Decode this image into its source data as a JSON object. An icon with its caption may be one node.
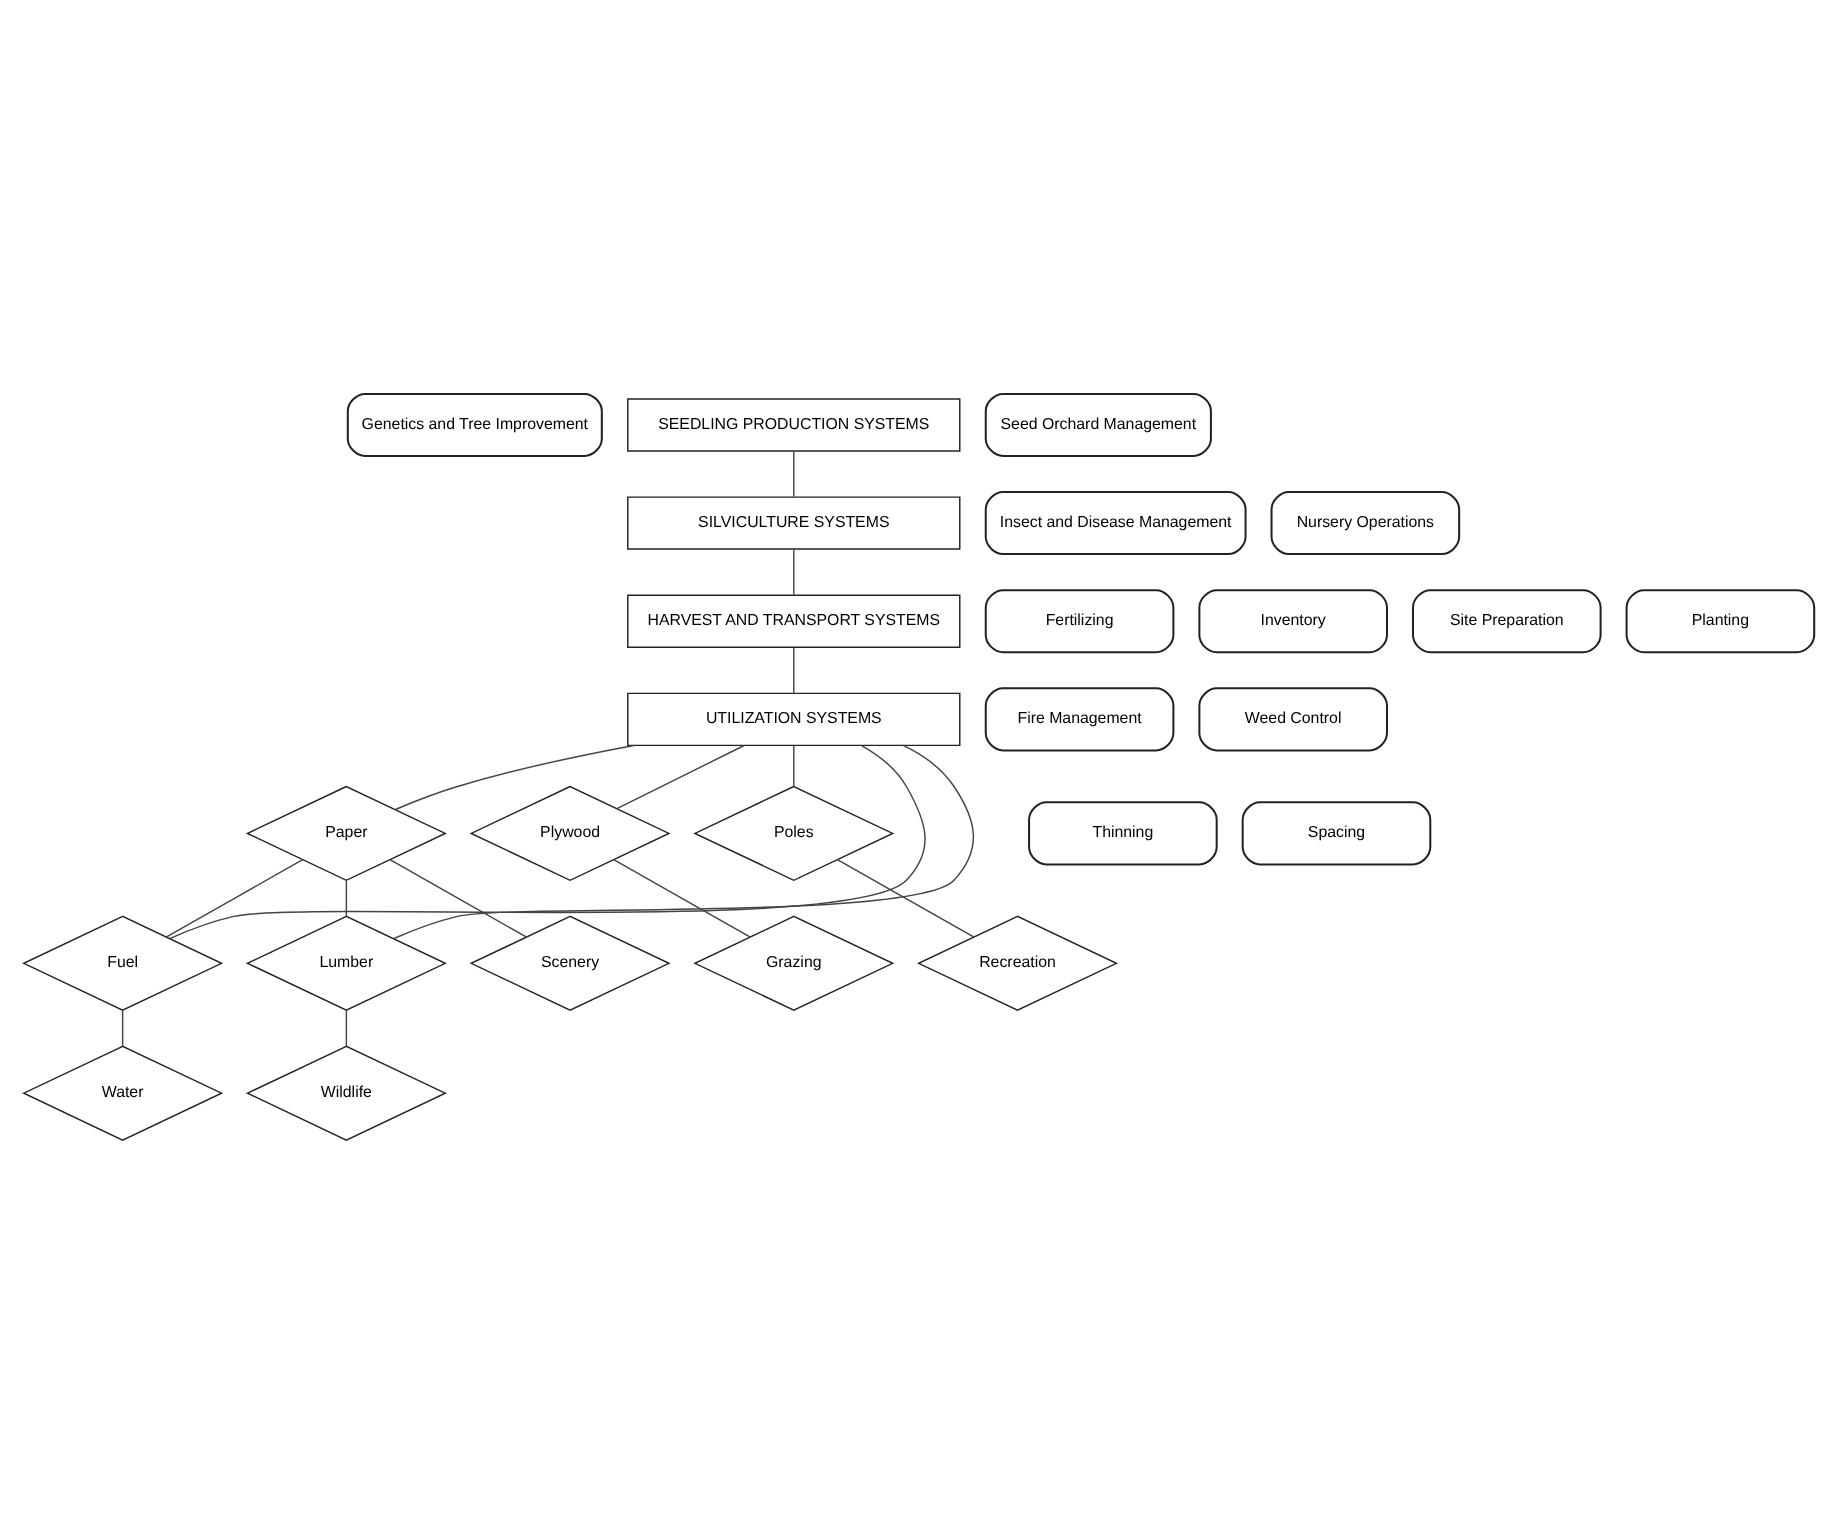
{
  "diagram": {
    "nodes": [
      {
        "text": [
          "Genetics and Tree Improvement"
        ]
      },
      {
        "text": [
          "SEEDLING PRODUCTION SYSTEMS"
        ]
      },
      {
        "text": [
          "Seed Orchard Management"
        ]
      },
      {
        "text": [
          "Insect and Disease Management"
        ]
      },
      {
        "text": [
          "SILVICULTURE SYSTEMS"
        ]
      },
      {
        "text": [
          "Nursery Operations"
        ]
      },
      {
        "text": [
          "Fertilizing"
        ]
      },
      {
        "text": [
          "HARVEST AND TRANSPORT SYSTEMS"
        ]
      },
      {
        "text": [
          "Site Preparation"
        ]
      },
      {
        "text": [
          "Inventory"
        ]
      },
      {
        "text": [
          "UTILIZATION SYSTEMS"
        ]
      },
      {
        "text": [
          "Planting"
        ]
      },
      {
        "text": [
          "Fire Management"
        ]
      },
      {
        "text": [
          "Weed Control"
        ]
      },
      {
        "text": [
          "Thinning"
        ]
      },
      {
        "text": [
          "Spacing"
        ]
      },
      {
        "text": [
          "Paper"
        ]
      },
      {
        "text": [
          "Plywood"
        ]
      },
      {
        "text": [
          "Poles"
        ]
      },
      {
        "text": [
          "Fuel"
        ]
      },
      {
        "text": [
          "Lumber"
        ]
      },
      {
        "text": [
          "Grazing"
        ]
      },
      {
        "text": [
          "Scenery"
        ]
      },
      {
        "text": [
          "Recreation"
        ]
      },
      {
        "text": [
          "Water"
        ]
      },
      {
        "text": [
          "Wildlife"
        ]
      }
    ],
    "edges": [
      {
        "from": 1,
        "to": 4,
        "arrow": "none"
      },
      {
        "from": 4,
        "to": 7,
        "arrow": "none"
      },
      {
        "from": 7,
        "to": 10,
        "arrow": "none"
      },
      {
        "from": 10,
        "to": 16,
        "arrow": "none"
      },
      {
        "from": 10,
        "to": 17,
        "arrow": "none"
      },
      {
        "from": 10,
        "to": 18,
        "arrow": "none"
      },
      {
        "from": 10,
        "to": 19,
        "arrow": "none"
      },
      {
        "from": 10,
        "to": 20,
        "arrow": "none"
      },
      {
        "from": 16,
        "to": 19,
        "arrow": "none"
      },
      {
        "from": 16,
        "to": 20,
        "arrow": "none"
      },
      {
        "from": 16,
        "to": 22,
        "arrow": "none"
      },
      {
        "from": 17,
        "to": 21,
        "arrow": "none"
      },
      {
        "from": 19,
        "to": 24,
        "arrow": "none"
      },
      {
        "from": 20,
        "to": 25,
        "arrow": "none"
      },
      {
        "from": 18,
        "to": 23,
        "arrow": "none"
      }
    ]
  }
}
